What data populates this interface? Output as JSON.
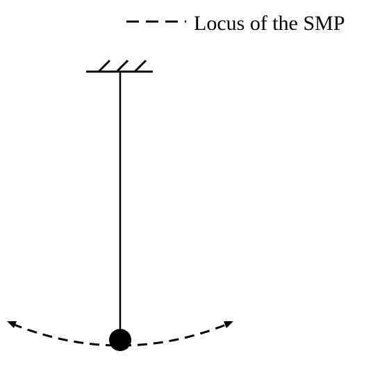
{
  "legend": {
    "dashed_label": "Locus of the SMP"
  },
  "colors": {
    "ink": "#000000",
    "background": "#ffffff"
  },
  "icons": {
    "support": "hatched-ceiling-support",
    "bob": "filled-circle"
  }
}
